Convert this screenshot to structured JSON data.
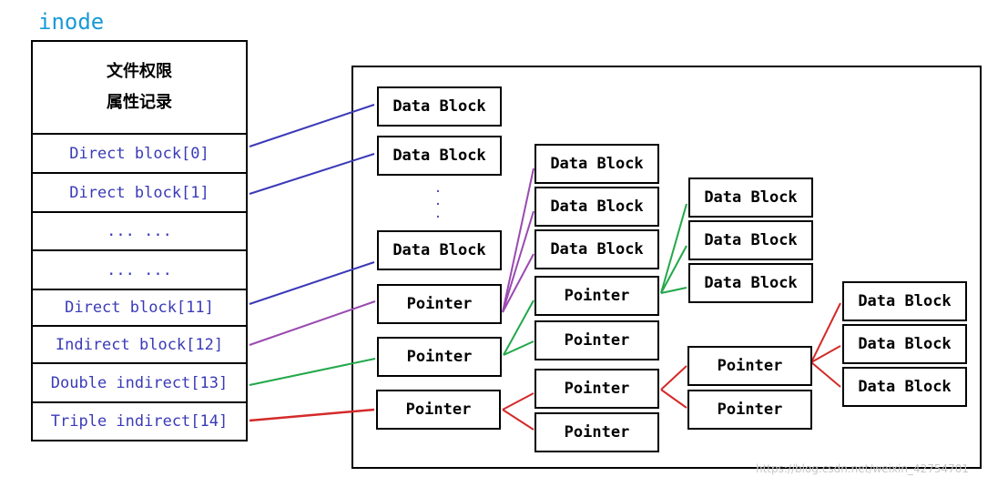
{
  "title": "inode",
  "inode": {
    "header_line1": "文件权限",
    "header_line2": "属性记录",
    "rows": [
      "Direct block[0]",
      "Direct block[1]",
      "... ...",
      "... ...",
      "Direct block[11]",
      "Indirect block[12]",
      "Double indirect[13]",
      "Triple indirect[14]"
    ]
  },
  "labels": {
    "data_block": "Data Block",
    "pointer": "Pointer"
  },
  "watermark": "https://blog.csdn.net/weixin_42754701",
  "colors": {
    "direct": "#3a3ab8",
    "indirect": "#9a4ab0",
    "double": "#22a84a",
    "triple": "#d42a2a",
    "title": "#1a9ad6"
  }
}
